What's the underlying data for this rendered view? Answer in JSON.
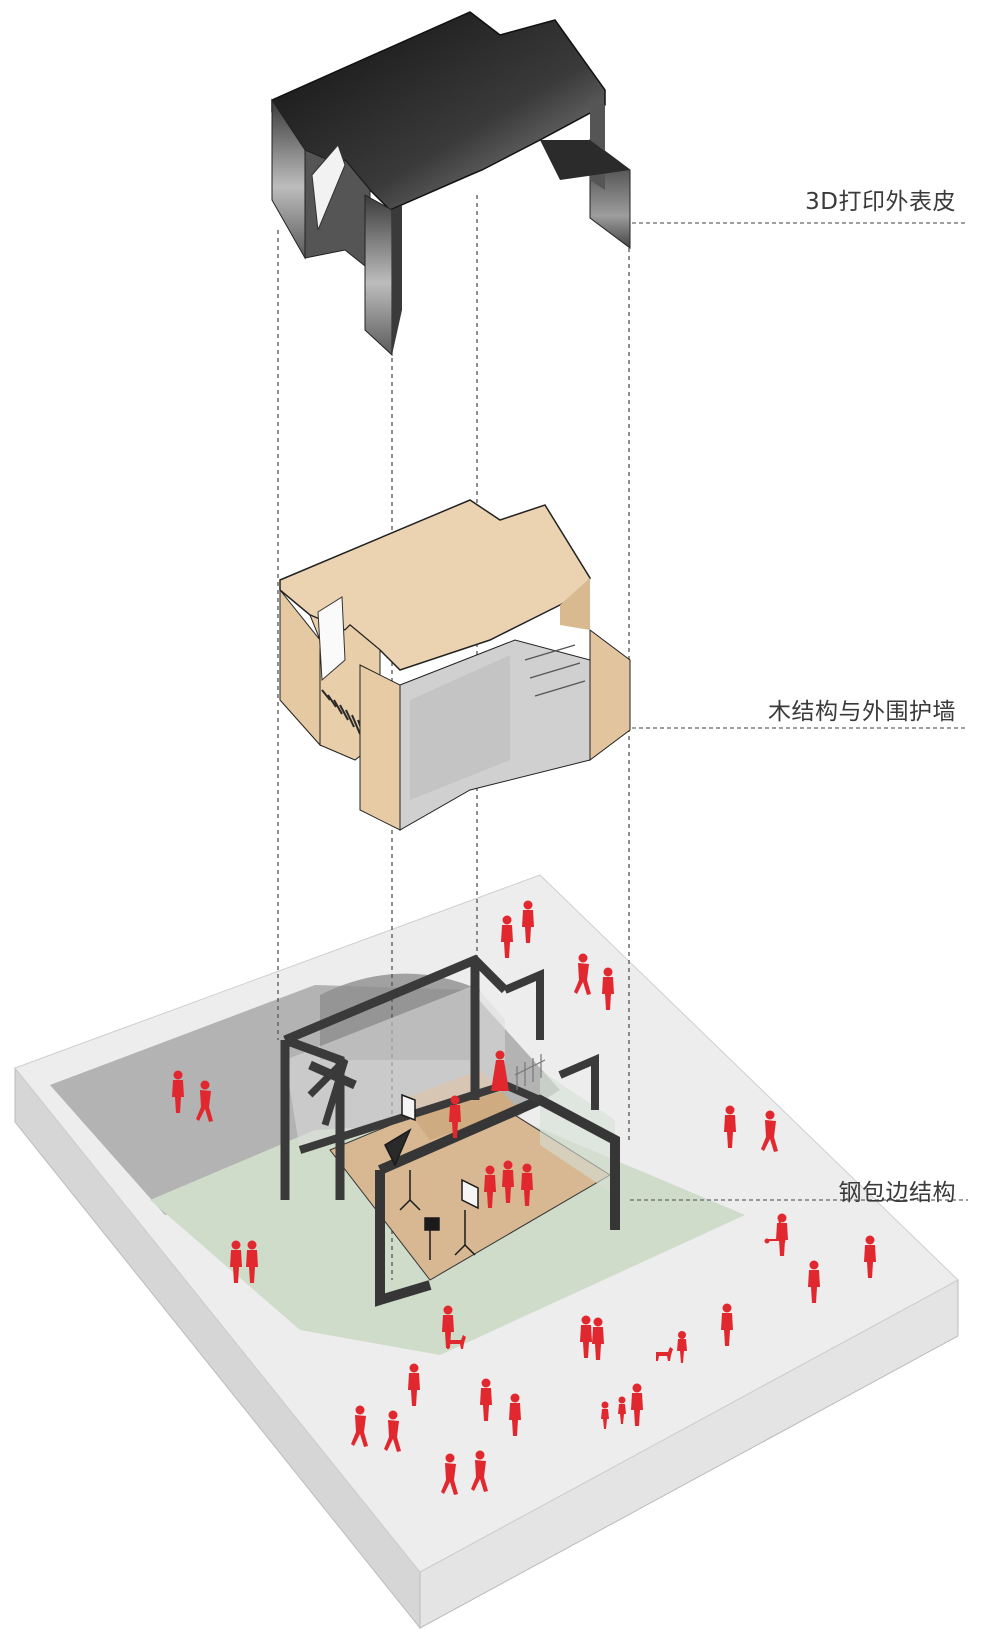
{
  "labels": {
    "skin": "3D打印外表皮",
    "wood": "木结构与外围护墙",
    "steel": "钢包边结构"
  },
  "colors": {
    "skin_dark": "#1c1c1c",
    "skin_mid": "#8a8a8a",
    "wood": "#e8ceaa",
    "steel": "#3c3c3c",
    "ground_top": "#ececec",
    "ground_side": "#d9d9d9",
    "lawn": "#cfdcc9",
    "people": "#e0282e",
    "floor": "#d7b792",
    "leader": "#666666"
  },
  "icons": [
    "person-figure-icon",
    "dashed-projection-line"
  ]
}
